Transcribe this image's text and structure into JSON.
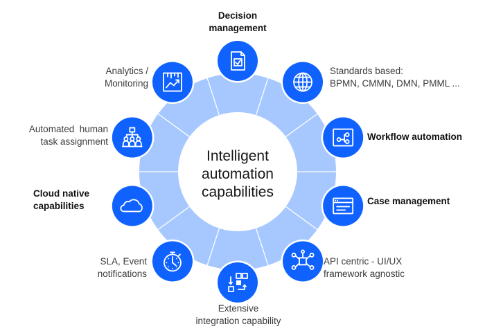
{
  "center": {
    "line1": "Intelligent",
    "line2": "automation",
    "line3": "capabilities"
  },
  "colors": {
    "ring": "#a6c8ff",
    "node": "#0f62fe",
    "icon": "#ffffff",
    "center": "#ffffff",
    "spoke": "#ffffff"
  },
  "nodes": [
    {
      "id": "decision",
      "icon": "document-check-icon",
      "lines": [
        "Decision",
        "management"
      ],
      "bold": true
    },
    {
      "id": "standards",
      "icon": "globe-icon",
      "lines": [
        "Standards based:",
        "BPMN, CMMN, DMN, PMML ..."
      ],
      "bold": false
    },
    {
      "id": "workflow",
      "icon": "workflow-icon",
      "lines": [
        "Workflow automation"
      ],
      "bold": true
    },
    {
      "id": "case",
      "icon": "browser-window-icon",
      "lines": [
        "Case management"
      ],
      "bold": true
    },
    {
      "id": "api",
      "icon": "api-network-icon",
      "lines": [
        "API centric - UI/UX",
        "framework agnostic"
      ],
      "bold": false
    },
    {
      "id": "integration",
      "icon": "integration-blocks-icon",
      "lines": [
        "Extensive",
        "integration capability"
      ],
      "bold": false
    },
    {
      "id": "sla",
      "icon": "stopwatch-icon",
      "lines": [
        "SLA, Event",
        "notifications"
      ],
      "bold": false
    },
    {
      "id": "cloud",
      "icon": "cloud-icon",
      "lines": [
        "Cloud native",
        "capabilities"
      ],
      "bold": true
    },
    {
      "id": "human-task",
      "icon": "people-group-icon",
      "lines": [
        "Automated  human",
        "task assignment"
      ],
      "bold": false
    },
    {
      "id": "analytics",
      "icon": "analytics-chart-icon",
      "lines": [
        "Analytics /",
        "Monitoring"
      ],
      "bold": false
    }
  ]
}
